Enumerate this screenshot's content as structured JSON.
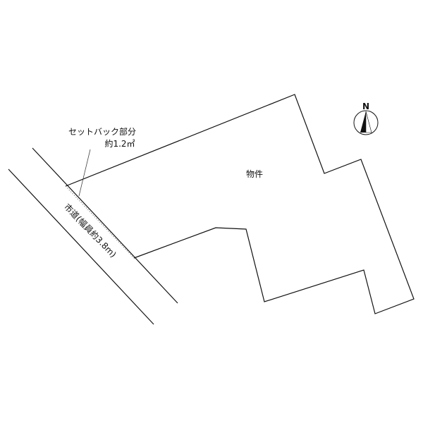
{
  "plot": {
    "property_label": "物件",
    "setback_label_line1": "セットバック部分",
    "setback_label_line2": "約1.2㎡",
    "road_label": "市道(幅員約3.8m)"
  },
  "compass": {
    "label": "N",
    "icon": "north-arrow-icon"
  },
  "colors": {
    "line": "#111111",
    "setback_line": "#888888",
    "background": "#ffffff"
  }
}
